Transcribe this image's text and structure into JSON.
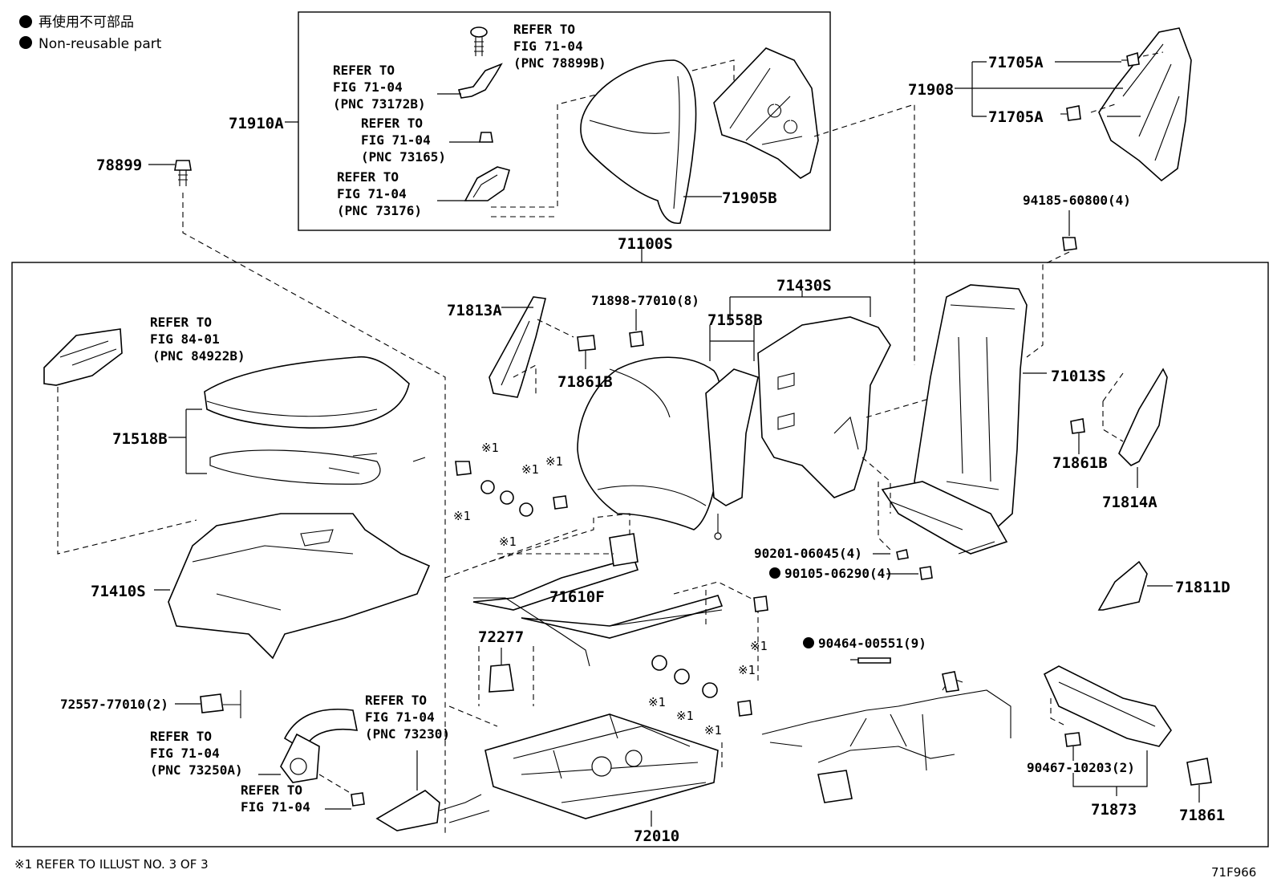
{
  "legend": {
    "line1": "再使用不可部品",
    "line2": "Non-reusable part"
  },
  "footnote": "※1 REFER TO ILLUST NO. 3 OF 3",
  "figure_code": "71F966",
  "mark_text": "※1",
  "parts": {
    "p71910A": "71910A",
    "p78899": "78899",
    "p71905B": "71905B",
    "p71908": "71908",
    "p71705A_1": "71705A",
    "p71705A_2": "71705A",
    "p94185": "94185-60800(4)",
    "p71100S": "71100S",
    "p71813A": "71813A",
    "p71898": "71898-77010(8)",
    "p71430S": "71430S",
    "p71558B": "71558B",
    "p71861B_1": "71861B",
    "p71013S": "71013S",
    "p71861B_2": "71861B",
    "p71814A": "71814A",
    "p71518B": "71518B",
    "p71410S": "71410S",
    "p71610F": "71610F",
    "p72277": "72277",
    "p90201": "90201-06045(4)",
    "p90105": "90105-06290(4)",
    "p71811D": "71811D",
    "p90464": "90464-00551(9)",
    "p72557": "72557-77010(2)",
    "p72010": "72010",
    "p90467": "90467-10203(2)",
    "p71873": "71873",
    "p71861": "71861"
  },
  "refs": {
    "r1": [
      "REFER TO",
      "FIG 71-04",
      "(PNC 78899B)"
    ],
    "r2": [
      "REFER TO",
      "FIG 71-04",
      "(PNC 73172B)"
    ],
    "r3": [
      "REFER TO",
      "FIG 71-04",
      "(PNC 73165)"
    ],
    "r4": [
      "REFER TO",
      "FIG 71-04",
      "(PNC 73176)"
    ],
    "r5": [
      "REFER TO",
      "FIG 84-01",
      "(PNC 84922B)"
    ],
    "r6": [
      "REFER TO",
      "FIG 71-04",
      "(PNC 73230)"
    ],
    "r7": [
      "REFER TO",
      "FIG 71-04",
      "(PNC 73250A)"
    ],
    "r8": [
      "REFER TO",
      "FIG 71-04"
    ]
  }
}
